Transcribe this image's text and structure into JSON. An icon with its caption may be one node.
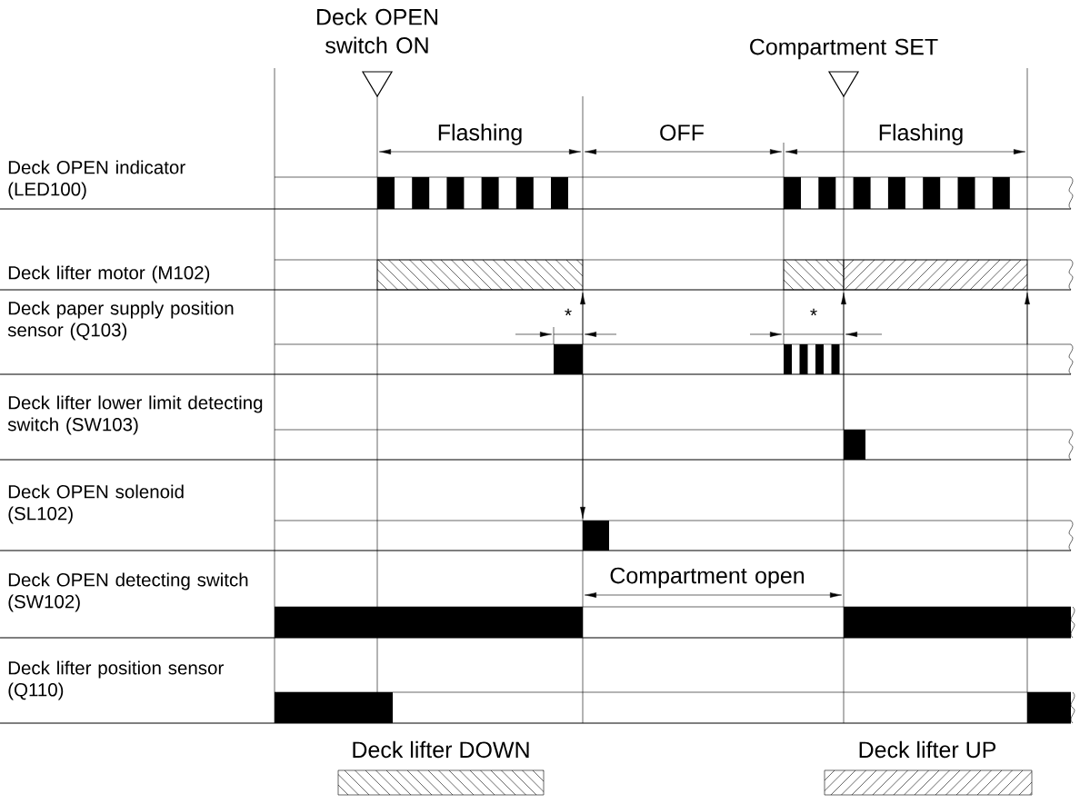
{
  "diagram": {
    "labels": [
      "Deck OPEN switch ON",
      "Compartment SET",
      "Flashing",
      "OFF",
      "Flashing",
      "Deck OPEN indicator (LED100)",
      "Deck lifter motor (M102)",
      "*",
      "*",
      "Deck paper supply position sensor (Q103)",
      "Deck lifter lower limit detecting switch (SW103)",
      "Deck OPEN solenoid (SL102)",
      "Compartment open",
      "Deck OPEN detecting switch (SW102)",
      "Deck lifter position sensor (Q110)"
    ],
    "legend": [
      {
        "text": "Deck lifter DOWN"
      },
      {
        "text": "Deck lifter UP"
      }
    ]
  }
}
